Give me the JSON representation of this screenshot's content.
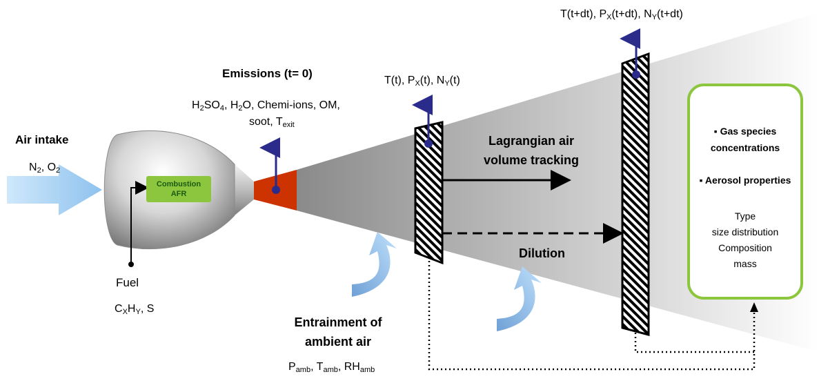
{
  "air_intake": {
    "title": "Air intake",
    "n2": "N",
    "n2_sub": "2",
    "o2": "O",
    "o2_sub": "2",
    "sep": ", "
  },
  "combustion": {
    "line1": "Combustion",
    "line2": "AFR"
  },
  "fuel": {
    "label": "Fuel",
    "c": "C",
    "c_sub": "X",
    "h": "H",
    "h_sub": "Y",
    "s": ", S"
  },
  "emissions": {
    "title": "Emissions (t= 0)",
    "h2so4_a": "H",
    "h2so4_b": "2",
    "h2so4_c": "SO",
    "h2so4_d": "4",
    "h2o_a": ", H",
    "h2o_b": "2",
    "h2o_c": "O, Chemi-ions, OM,",
    "soot": "soot, T",
    "soot_sub": "exit"
  },
  "state_t": {
    "t": "T(t), P",
    "p_sub": "X",
    "mid": "(t), N",
    "n_sub": "Y",
    "end": "(t)"
  },
  "state_tdt": {
    "t": "T(t+dt), P",
    "p_sub": "X",
    "mid": "(t+dt), N",
    "n_sub": "Y",
    "end": "(t+dt)"
  },
  "lagrangian": {
    "line1": "Lagrangian air",
    "line2": "volume tracking"
  },
  "dilution": "Dilution",
  "entrainment": {
    "line1": "Entrainment of",
    "line2": "ambient air",
    "p": "P",
    "p_sub": "amb",
    "t": ", T",
    "t_sub": "amb",
    "rh": ", RH",
    "rh_sub": "amb"
  },
  "outputs": {
    "bullet": "▪",
    "gas_line1": "Gas species",
    "gas_line2": "concentrations",
    "aerosol": "Aerosol properties",
    "type": "Type",
    "size": "size distribution",
    "composition": "Composition",
    "mass": "mass"
  },
  "colors": {
    "intake_arrow": "#a8d4f5",
    "combustion_box": "#8cc63f",
    "exit_zone": "#cc3300",
    "probe_arrow": "#2b2b8c",
    "output_border": "#8cc63f",
    "entrain_arrow": "#8ec2ee"
  }
}
